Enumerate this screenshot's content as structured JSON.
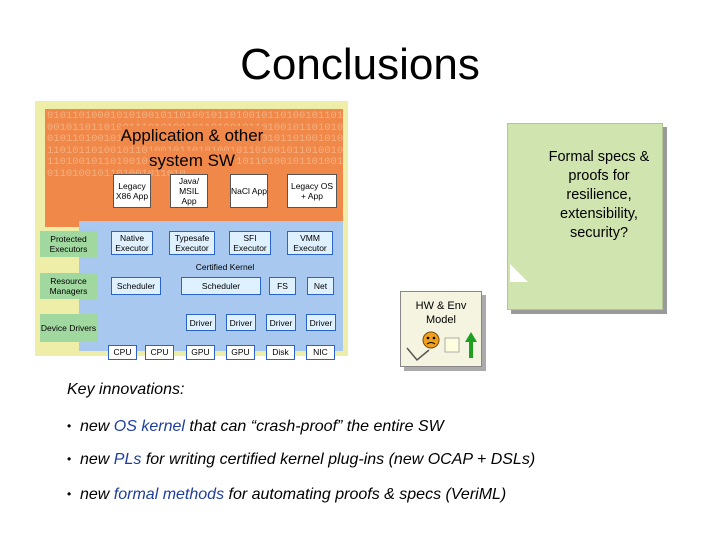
{
  "title": "Conclusions",
  "diagram": {
    "app_title_line1": "Application & other",
    "app_title_line2": "system SW",
    "binary_filler": "01011010001010100101101001011010010110100101101001011011010011101010010110100101101001011010100101101001011010010110100101101010010110100101011010110100101101001011010100101101001011010010110100101101001011010010110100101101001011010010110100101101001011010",
    "apps": [
      "Legacy X86 App",
      "Java/ MSIL App",
      "NaCl App",
      "Legacy OS + App"
    ],
    "side_labels": [
      "Protected Executors",
      "Resource Managers",
      "Device Drivers"
    ],
    "executors": [
      "Native Executor",
      "Typesafe Executor",
      "SFI Executor",
      "VMM Executor"
    ],
    "certified_kernel": "Certified Kernel",
    "managers": [
      "Scheduler",
      "Scheduler",
      "FS",
      "Net"
    ],
    "drivers": [
      "Driver",
      "Driver",
      "Driver",
      "Driver"
    ],
    "hardware": [
      "CPU",
      "CPU",
      "GPU",
      "GPU",
      "Disk",
      "NIC"
    ]
  },
  "note": "Formal specs & proofs for resilience, extensibility, security?",
  "hw_model": "HW & Env Model",
  "key_heading": "Key innovations:",
  "bullets": [
    {
      "pre": "new ",
      "hl": "OS kernel",
      "post": " that can “crash-proof” the entire SW"
    },
    {
      "pre": "new ",
      "hl": "PLs",
      "post": " for writing certified kernel plug-ins (new OCAP + DSLs)"
    },
    {
      "pre": "new ",
      "hl": "formal methods",
      "post": " for automating proofs & specs (VeriML)"
    }
  ],
  "colors": {
    "highlight": "#1f3e9c",
    "app_band": "#f0884a",
    "kernel_band": "#a8c8f0",
    "note": "#d0e4b0"
  }
}
